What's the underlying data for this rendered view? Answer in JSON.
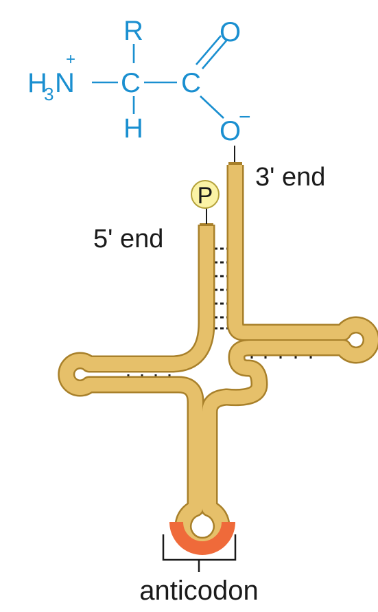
{
  "amino_acid": {
    "r_group": "R",
    "amino_group": {
      "h": "H",
      "sub": "3",
      "n": "N",
      "charge": "+"
    },
    "alpha_carbon": "C",
    "hydrogen": "H",
    "carboxyl_carbon": "C",
    "double_bond_oxygen": "O",
    "single_bond_oxygen": "O",
    "oxygen_charge": "−"
  },
  "trna": {
    "phosphate": "P",
    "three_prime_label": "3' end",
    "five_prime_label": "5' end",
    "anticodon_label": "anticodon"
  },
  "colors": {
    "chemistry": "#1a8fd0",
    "strand_fill": "#e6c06a",
    "strand_edge": "#a8802a",
    "anticodon": "#ef6a3a",
    "phosphate_fill": "#fbf3a6",
    "text": "#1a1a1a"
  }
}
